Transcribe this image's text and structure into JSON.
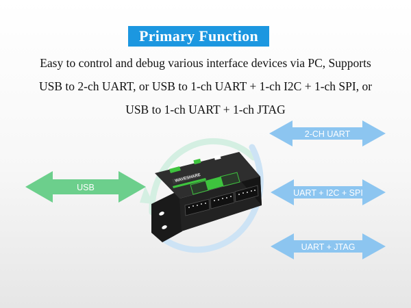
{
  "header": {
    "title": "Primary Function"
  },
  "description": {
    "lines": [
      "Easy to control and debug various interface devices via PC, Supports",
      "USB to 2-ch UART, or USB to 1-ch UART + 1-ch I2C + 1-ch SPI, or",
      "USB to 1-ch UART + 1-ch JTAG"
    ]
  },
  "arrows": {
    "usb": "USB",
    "mode1": "2-CH UART",
    "mode2": "UART + I2C + SPI",
    "mode3": "UART + JTAG"
  },
  "device": {
    "brand": "WAVESHARE"
  },
  "colors": {
    "badge": "#1c97e0",
    "usb_arrow": "#6ccf8c",
    "mode_arrow": "#8cc5f0",
    "device_accent": "#3ec43e"
  }
}
